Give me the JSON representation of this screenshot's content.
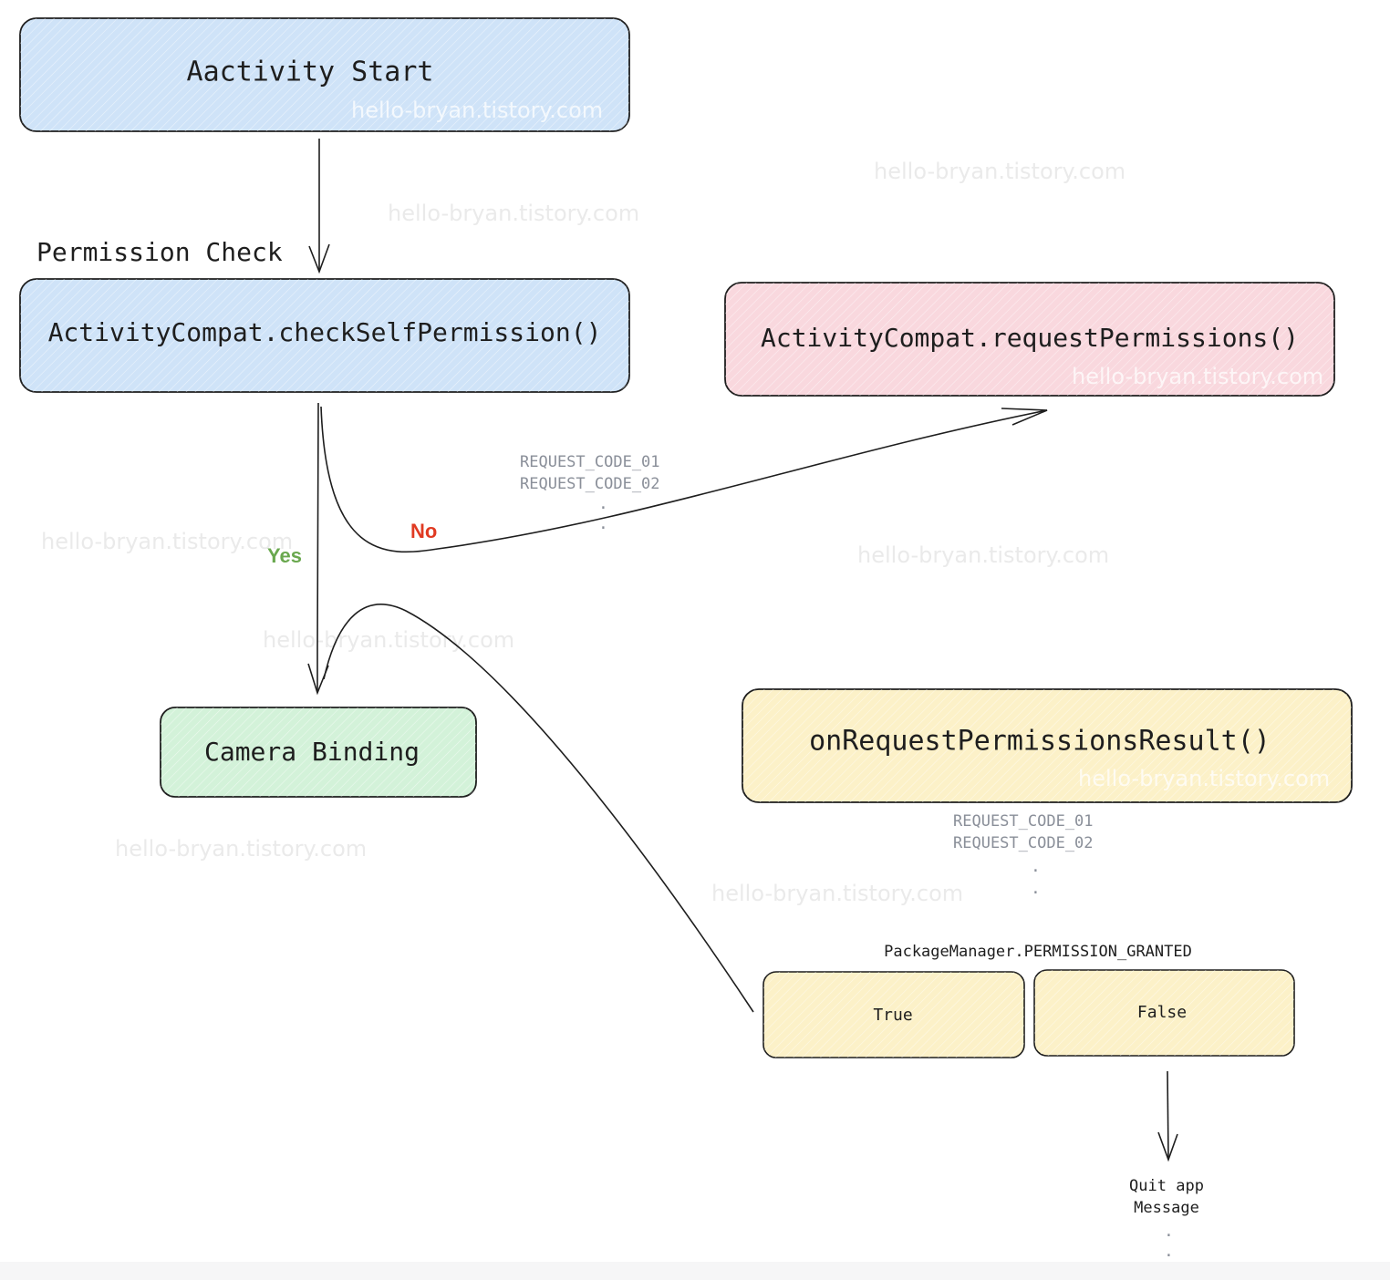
{
  "nodes": {
    "activity_start": {
      "label": "Aactivity Start",
      "fill": "#cfe3f8",
      "watermark": "hello-bryan.tistory.com"
    },
    "check_permission": {
      "label": "ActivityCompat.checkSelfPermission()",
      "fill": "#cfe3f8",
      "caption": "Permission Check"
    },
    "request_permissions": {
      "label": "ActivityCompat.requestPermissions()",
      "fill": "#f9d8de",
      "watermark": "hello-bryan.tistory.com"
    },
    "camera_binding": {
      "label": "Camera Binding",
      "fill": "#d3f2d9"
    },
    "on_result": {
      "label": "onRequestPermissionsResult()",
      "fill": "#fcf1c8",
      "watermark": "hello-bryan.tistory.com"
    },
    "true_box": {
      "label": "True",
      "fill": "#fcf1c8"
    },
    "false_box": {
      "label": "False",
      "fill": "#fcf1c8"
    }
  },
  "branches": {
    "yes": {
      "label": "Yes",
      "color": "#6aa84f"
    },
    "no": {
      "label": "No",
      "color": "#e03a22"
    }
  },
  "request_codes_1": [
    "REQUEST_CODE_01",
    "REQUEST_CODE_02"
  ],
  "request_codes_2": [
    "REQUEST_CODE_01",
    "REQUEST_CODE_02"
  ],
  "ellipsis": ".",
  "granted_label": "PackageManager.PERMISSION_GRANTED",
  "quit_note": [
    "Quit app",
    "Message"
  ],
  "watermark_text": "hello-bryan.tistory.com"
}
